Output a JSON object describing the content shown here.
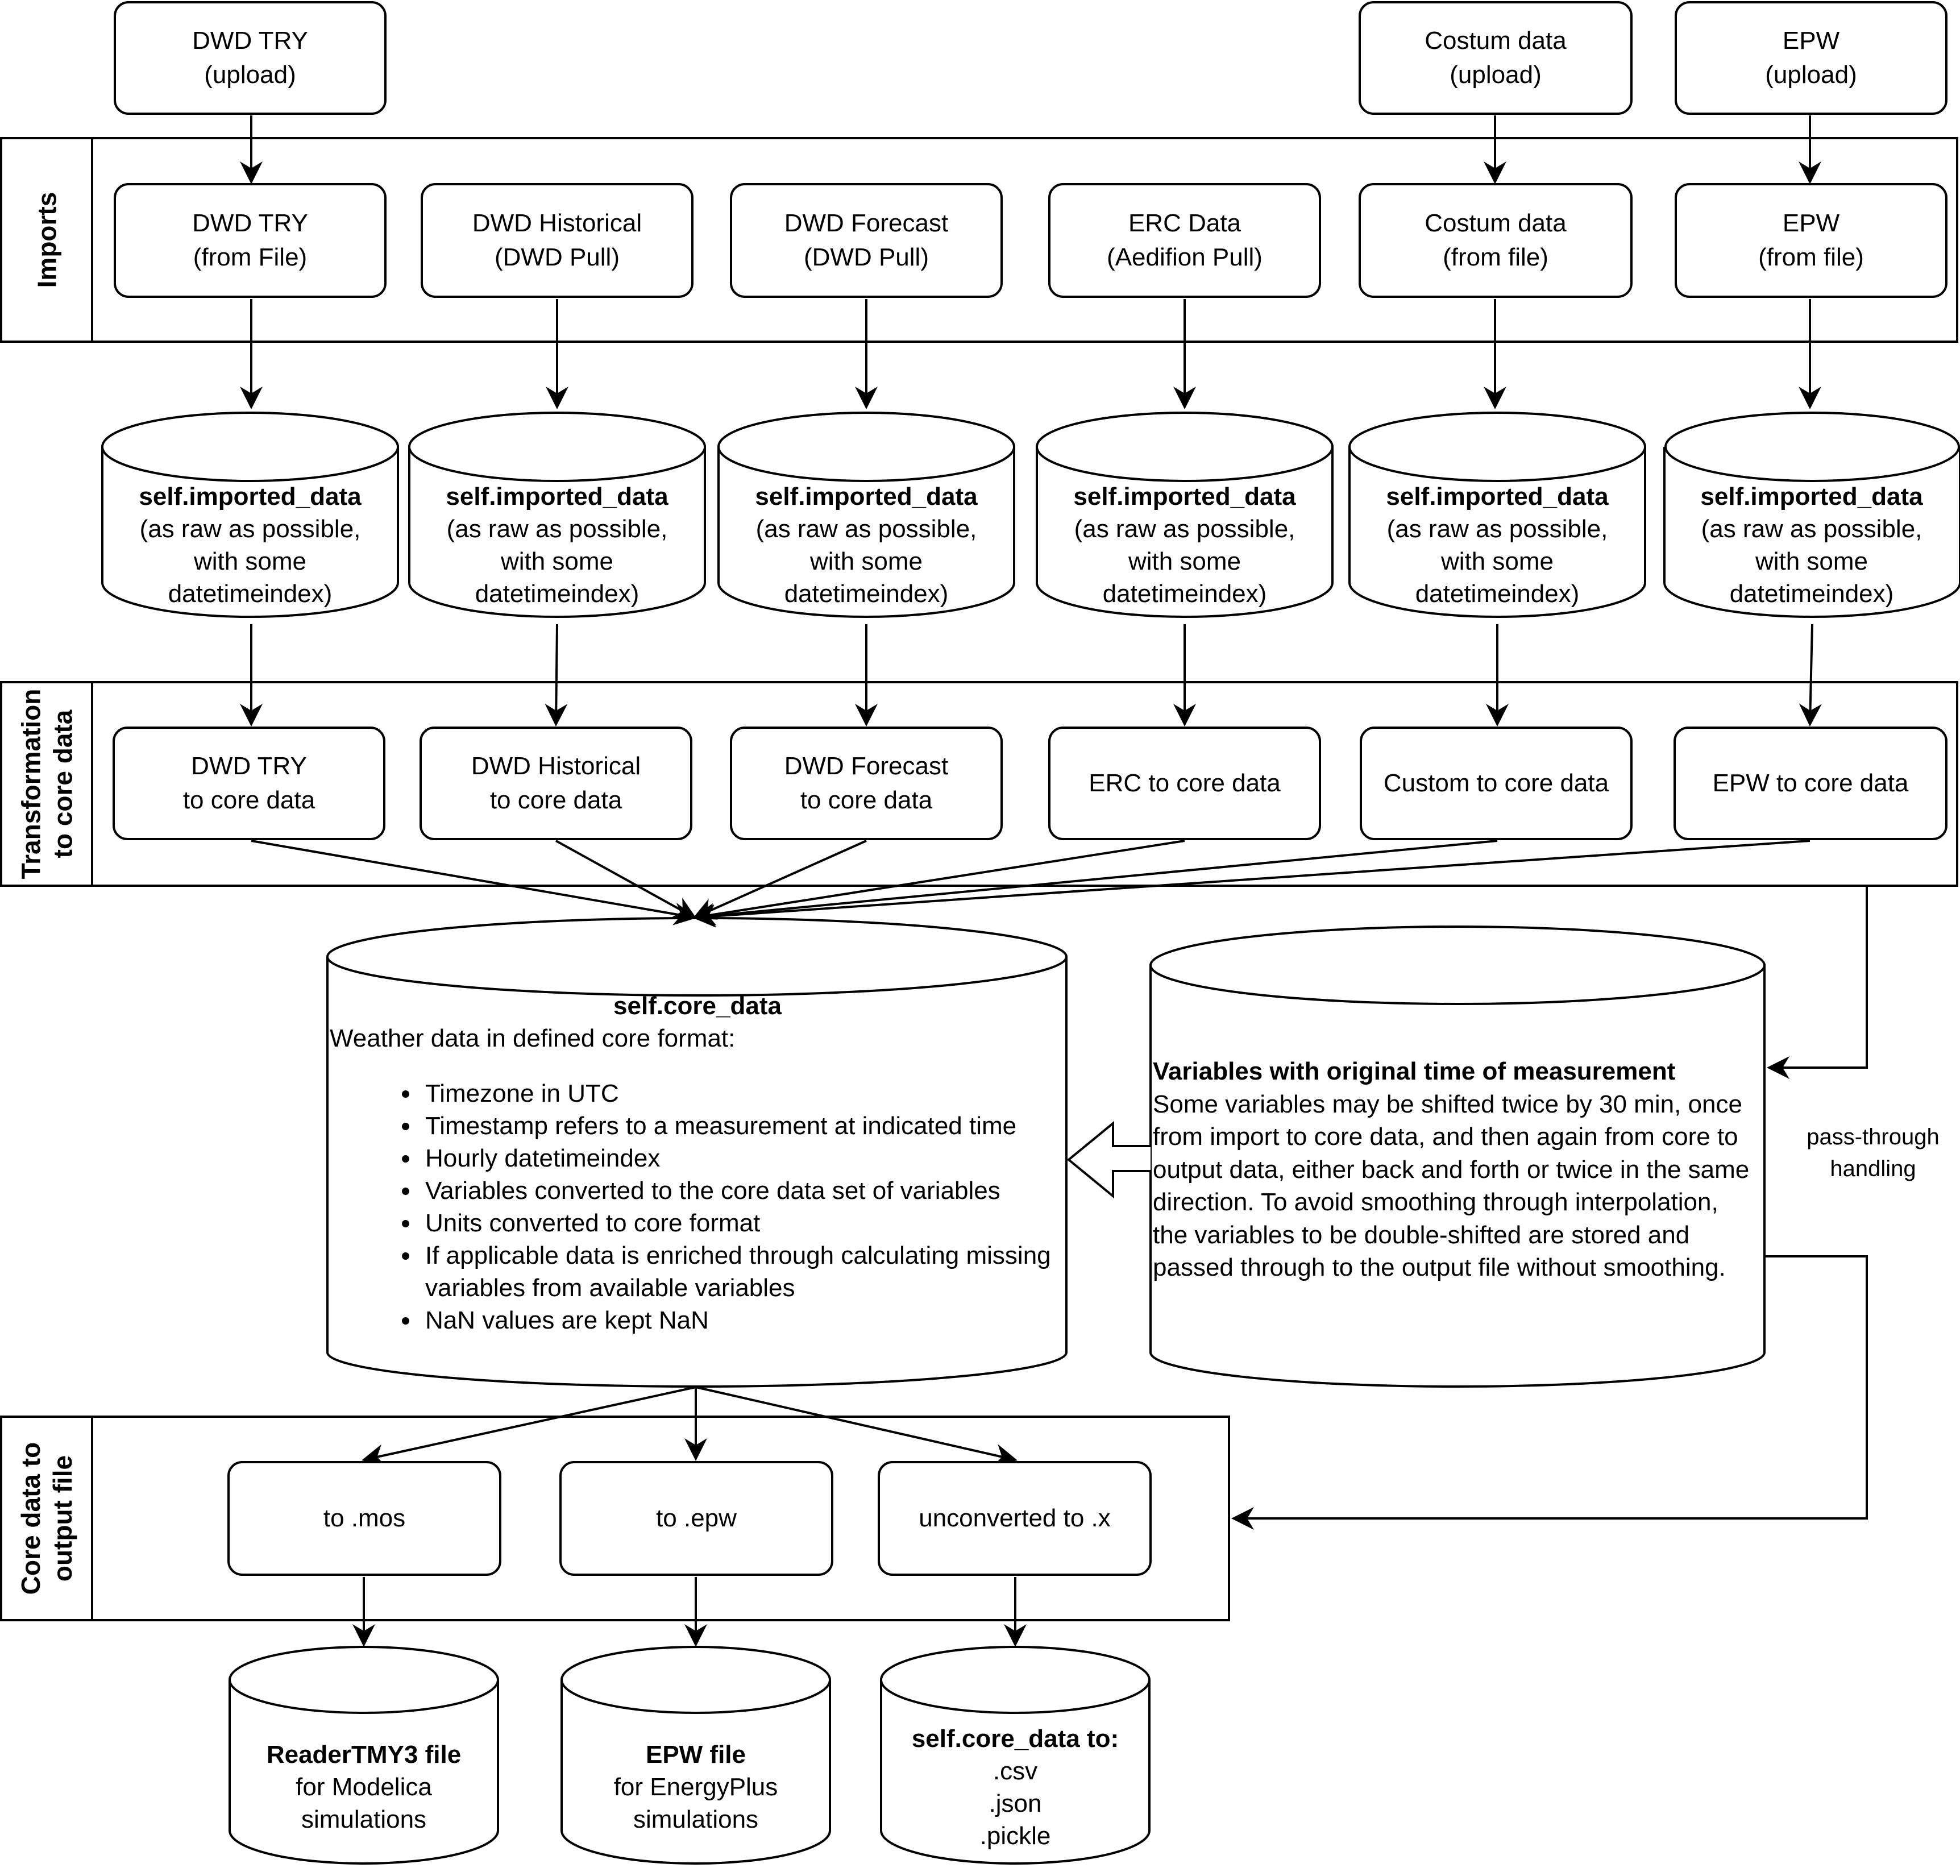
{
  "uploads": [
    {
      "line1": "DWD TRY",
      "line2": "(upload)"
    },
    {
      "line1": "Costum data",
      "line2": "(upload)"
    },
    {
      "line1": "EPW",
      "line2": "(upload)"
    }
  ],
  "lanes": {
    "imports": "Imports",
    "transformation_line1": "Transformation",
    "transformation_line2": "to core data",
    "output_line1": "Core data to",
    "output_line2": "output file"
  },
  "imports": [
    {
      "line1": "DWD TRY",
      "line2": "(from File)"
    },
    {
      "line1": "DWD Historical",
      "line2": "(DWD Pull)"
    },
    {
      "line1": "DWD Forecast",
      "line2": "(DWD Pull)"
    },
    {
      "line1": "ERC Data",
      "line2": "(Aedifion Pull)"
    },
    {
      "line1": "Costum data",
      "line2": "(from file)"
    },
    {
      "line1": "EPW",
      "line2": "(from file)"
    }
  ],
  "imported_data": {
    "title": "self.imported_data",
    "line1": "(as raw as possible,",
    "line2": "with some",
    "line3": "datetimeindex)"
  },
  "transformations": [
    {
      "line1": "DWD TRY",
      "line2": "to core data"
    },
    {
      "line1": "DWD Historical",
      "line2": "to core data"
    },
    {
      "line1": "DWD Forecast",
      "line2": "to core data"
    },
    {
      "line1": "ERC to core data",
      "line2": ""
    },
    {
      "line1": "Custom to core data",
      "line2": ""
    },
    {
      "line1": "EPW to core data",
      "line2": ""
    }
  ],
  "core_data": {
    "title": "self.core_data",
    "subtitle": "Weather data in defined core format:",
    "bullets": [
      "Timezone in UTC",
      "Timestamp refers to a measurement at indicated time",
      "Hourly datetimeindex",
      "Variables converted to the core data set of variables",
      "Units converted to core format",
      "If applicable data is enriched through calculating missing variables from available variables",
      "NaN values are kept NaN"
    ]
  },
  "variables_store": {
    "title": "Variables with original time of measurement",
    "body": "Some variables may be shifted twice by 30 min, once from import to core data, and then again from core to output data, either back and forth or twice in the same direction. To avoid smoothing through interpolation, the variables to be double-shifted are stored and passed through to the output file without smoothing."
  },
  "pass_through_note": {
    "line1": "pass-through",
    "line2": "handling"
  },
  "outputs": [
    {
      "label": "to .mos"
    },
    {
      "label": "to .epw"
    },
    {
      "label": "unconverted to .x"
    }
  ],
  "files": [
    {
      "title": "ReaderTMY3 file",
      "line1": "for Modelica",
      "line2": "simulations",
      "line3": ""
    },
    {
      "title": "EPW file",
      "line1": "for EnergyPlus",
      "line2": "simulations",
      "line3": ""
    },
    {
      "title": "self.core_data to:",
      "line1": ".csv",
      "line2": ".json",
      "line3": ".pickle"
    }
  ]
}
